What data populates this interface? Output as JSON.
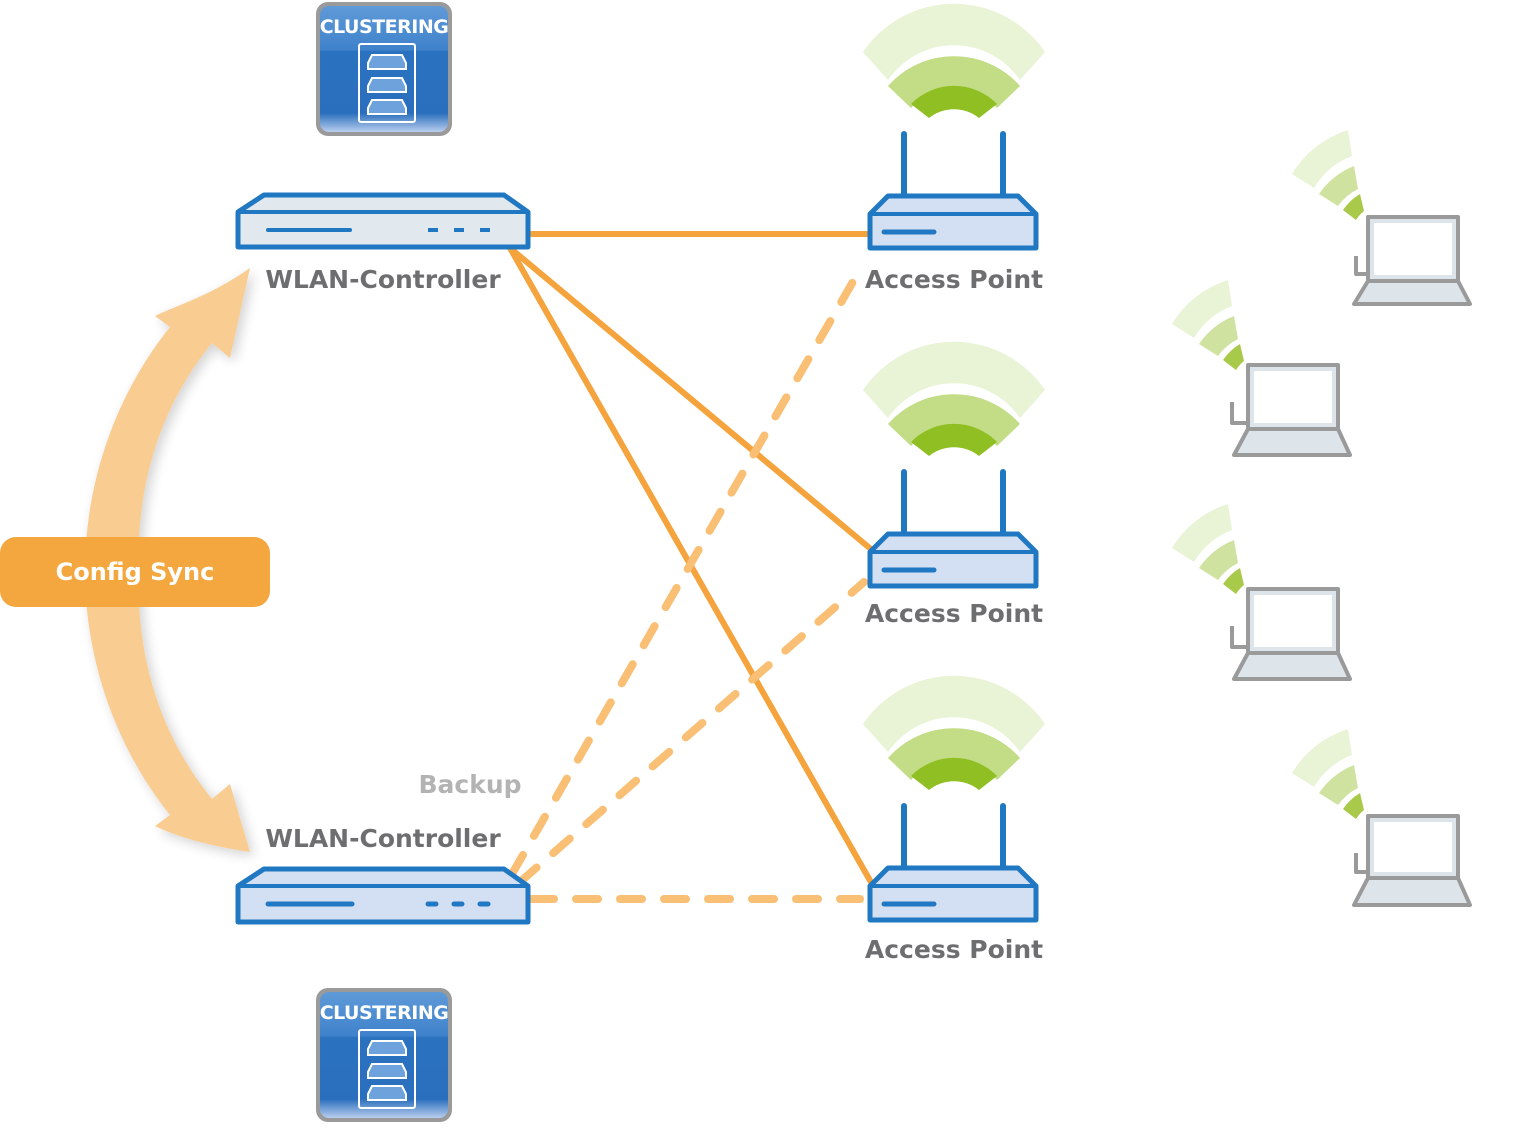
{
  "diagram": {
    "title": "WLAN-Controller clustering with config sync",
    "colors": {
      "device_stroke": "#1f78c1",
      "device_fill_primary": "#e1e8ee",
      "device_fill_backup": "#d3dff2",
      "link_primary": "#f5a33c",
      "link_backup": "#f9bf75",
      "sync_arrow": "#f9cc92",
      "sync_badge": "#f5a73f",
      "wifi_strong": "#8fbf22",
      "wifi_mid": "#c2dd85",
      "wifi_weak": "#e9f3d6",
      "laptop_stroke": "#999999",
      "label_text": "#6d6e70",
      "backup_text": "#b3b3b3"
    },
    "sync": {
      "label": "Config Sync"
    },
    "backup_label": "Backup",
    "clustering_badges": [
      {
        "label": "CLUSTERING"
      },
      {
        "label": "CLUSTERING"
      }
    ],
    "controllers": [
      {
        "label": "WLAN-Controller",
        "role": "primary"
      },
      {
        "label": "WLAN-Controller",
        "role": "backup"
      }
    ],
    "access_points": [
      {
        "label": "Access Point"
      },
      {
        "label": "Access Point"
      },
      {
        "label": "Access Point"
      }
    ],
    "clients": [
      {
        "type": "laptop"
      },
      {
        "type": "laptop"
      },
      {
        "type": "laptop"
      },
      {
        "type": "laptop"
      }
    ],
    "links": [
      {
        "from": "controller-primary",
        "to": "access-point-1",
        "style": "solid"
      },
      {
        "from": "controller-primary",
        "to": "access-point-2",
        "style": "solid"
      },
      {
        "from": "controller-primary",
        "to": "access-point-3",
        "style": "solid"
      },
      {
        "from": "controller-backup",
        "to": "access-point-1",
        "style": "dashed"
      },
      {
        "from": "controller-backup",
        "to": "access-point-2",
        "style": "dashed"
      },
      {
        "from": "controller-backup",
        "to": "access-point-3",
        "style": "dashed"
      }
    ]
  }
}
